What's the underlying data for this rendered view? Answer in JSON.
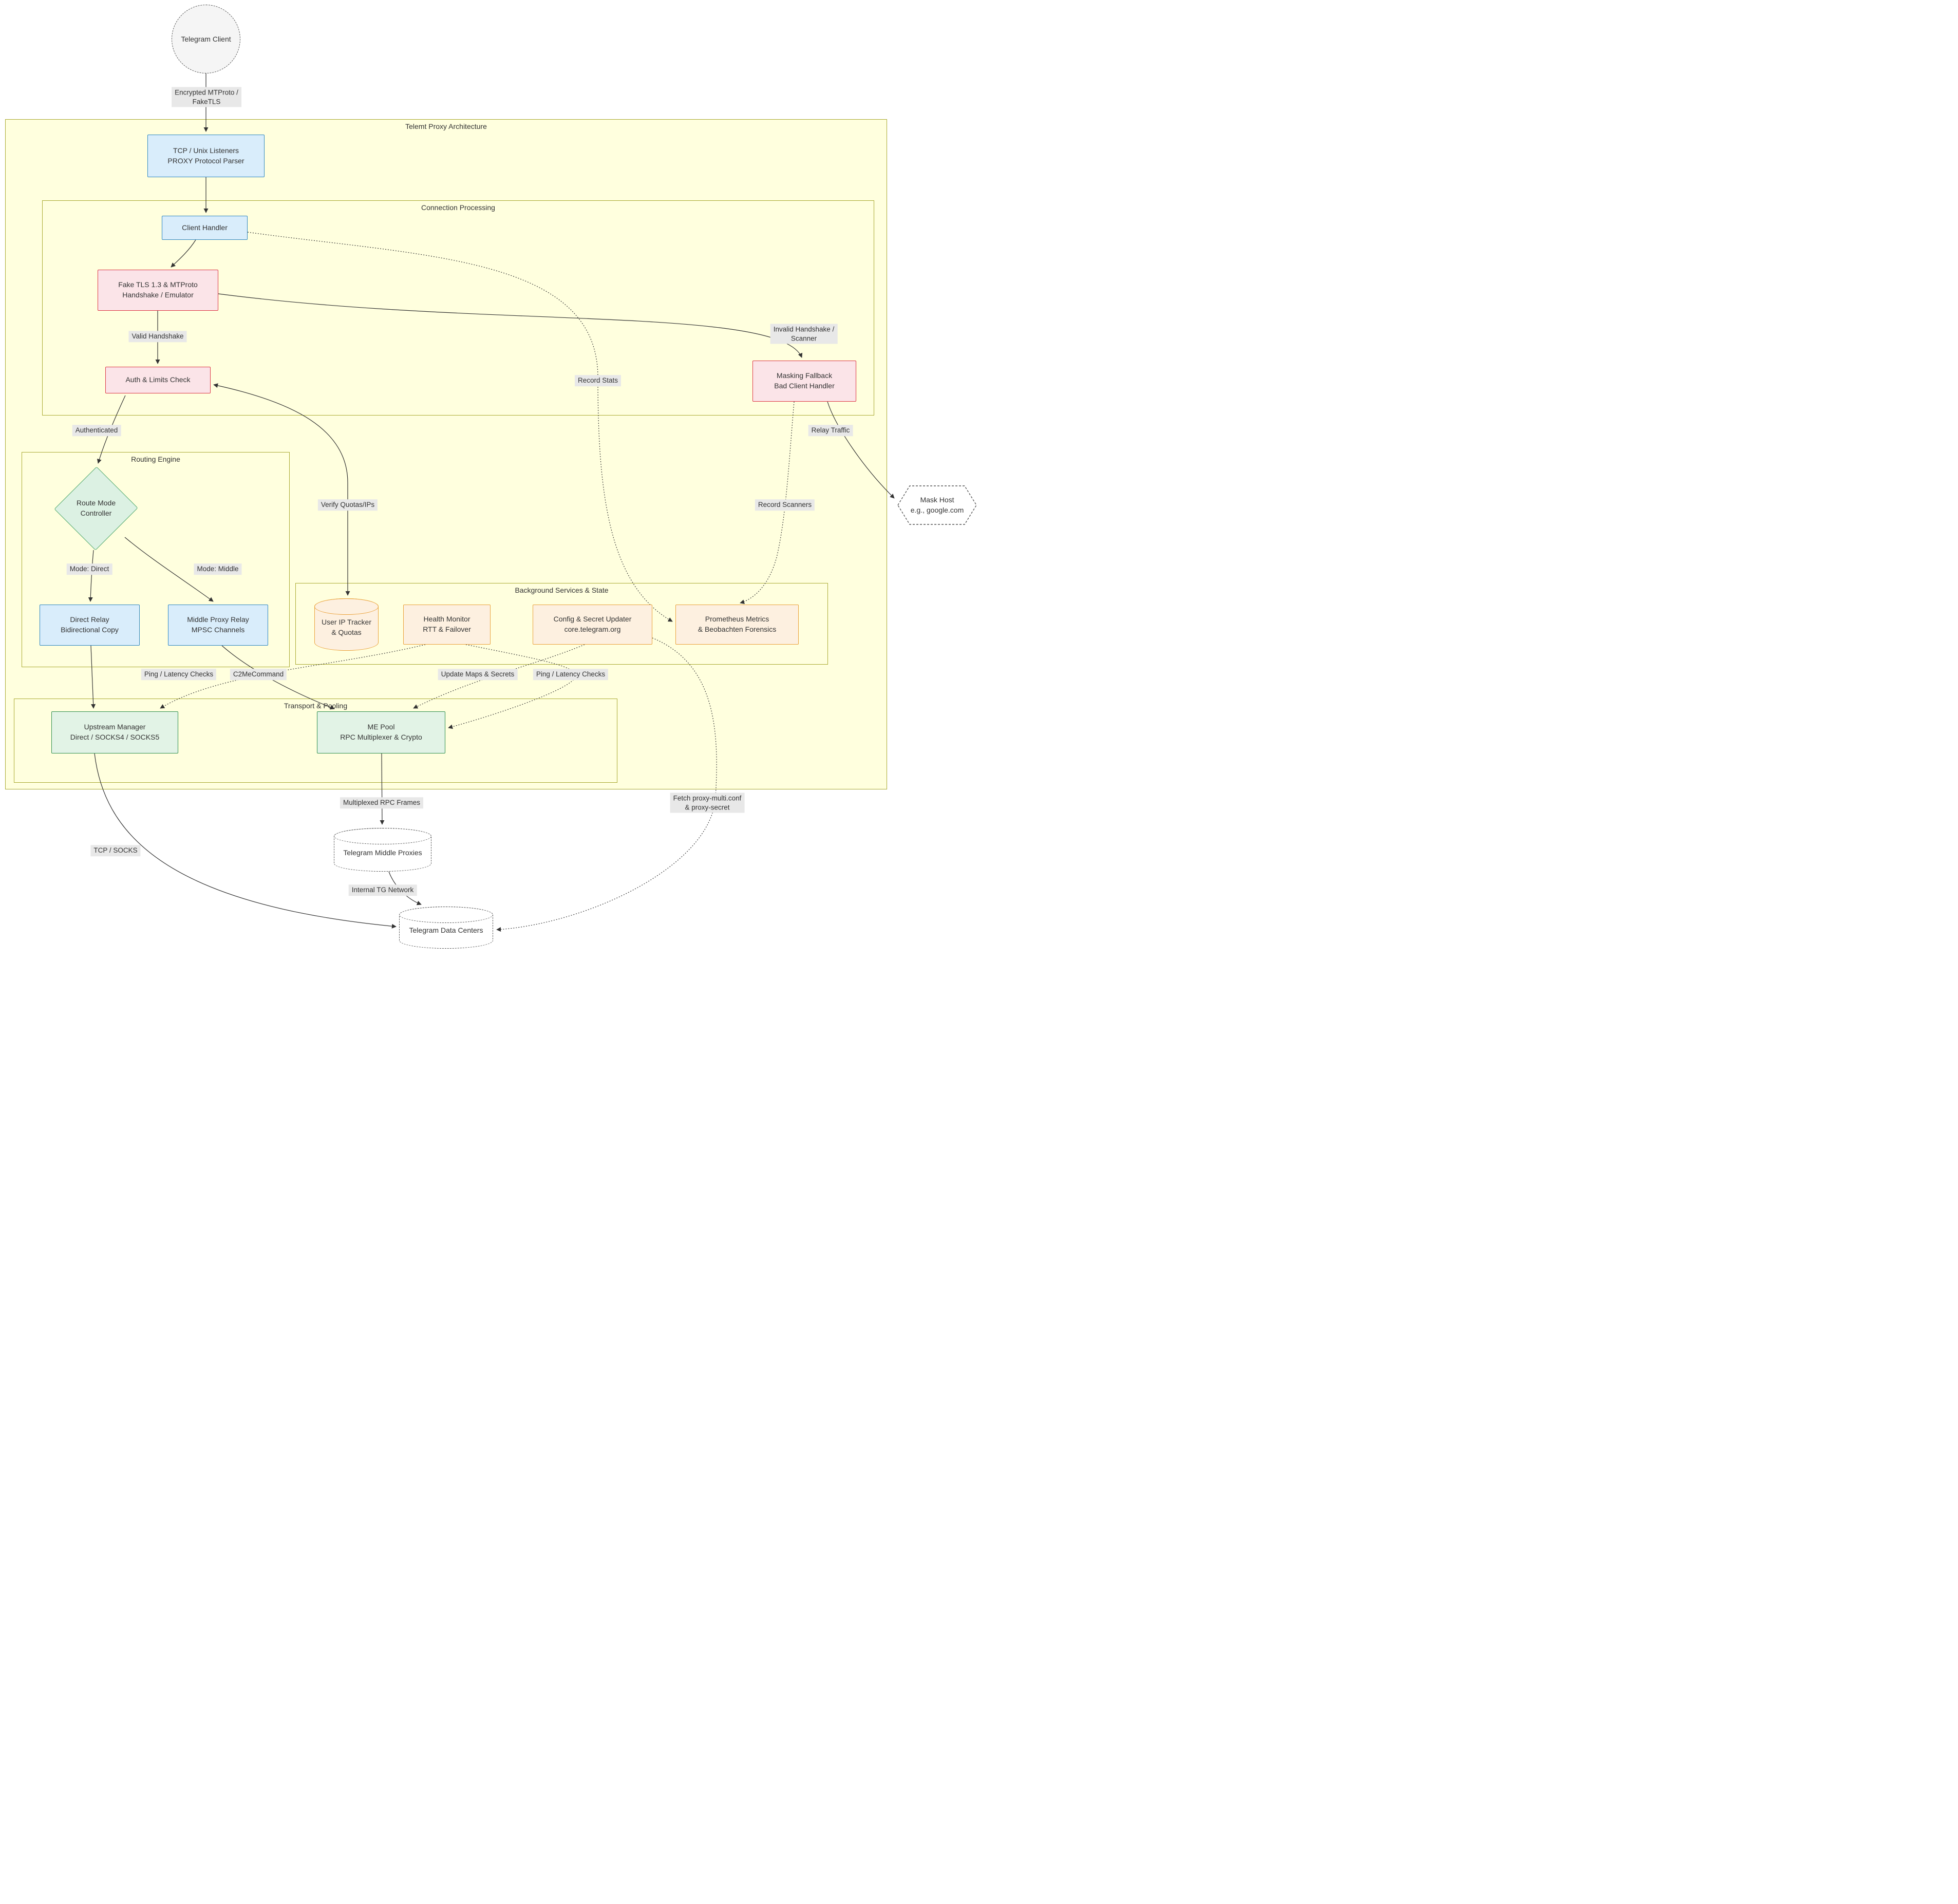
{
  "containers": {
    "outer": "Telemt Proxy Architecture",
    "connection": "Connection Processing",
    "routing": "Routing Engine",
    "background": "Background Services & State",
    "transport": "Transport & Pooling"
  },
  "nodes": {
    "telegram_client": {
      "l1": "Telegram Client"
    },
    "tcp_listeners": {
      "l1": "TCP / Unix Listeners",
      "l2": "PROXY Protocol Parser"
    },
    "client_handler": {
      "l1": "Client Handler"
    },
    "fake_tls": {
      "l1": "Fake TLS 1.3 & MTProto",
      "l2": "Handshake / Emulator"
    },
    "auth_limits": {
      "l1": "Auth & Limits Check"
    },
    "masking_fallback": {
      "l1": "Masking Fallback",
      "l2": "Bad Client Handler"
    },
    "route_mode": {
      "l1": "Route Mode",
      "l2": "Controller"
    },
    "direct_relay": {
      "l1": "Direct Relay",
      "l2": "Bidirectional Copy"
    },
    "middle_relay": {
      "l1": "Middle Proxy Relay",
      "l2": "MPSC Channels"
    },
    "ip_tracker": {
      "l1": "User IP Tracker",
      "l2": "& Quotas"
    },
    "health_monitor": {
      "l1": "Health Monitor",
      "l2": "RTT & Failover"
    },
    "config_updater": {
      "l1": "Config & Secret Updater",
      "l2": "core.telegram.org"
    },
    "prometheus": {
      "l1": "Prometheus Metrics",
      "l2": "& Beobachten Forensics"
    },
    "upstream_manager": {
      "l1": "Upstream Manager",
      "l2": "Direct / SOCKS4 / SOCKS5"
    },
    "me_pool": {
      "l1": "ME Pool",
      "l2": "RPC Multiplexer & Crypto"
    },
    "mask_host": {
      "l1": "Mask Host",
      "l2": "e.g., google.com"
    },
    "middle_proxies": {
      "l1": "Telegram Middle Proxies"
    },
    "data_centers": {
      "l1": "Telegram Data Centers"
    }
  },
  "edge_labels": {
    "encrypted": {
      "l1": "Encrypted MTProto /",
      "l2": "FakeTLS"
    },
    "valid_handshake": {
      "l1": "Valid Handshake"
    },
    "invalid_handshake": {
      "l1": "Invalid Handshake /",
      "l2": "Scanner"
    },
    "record_stats": {
      "l1": "Record Stats"
    },
    "authenticated": {
      "l1": "Authenticated"
    },
    "relay_traffic": {
      "l1": "Relay Traffic"
    },
    "verify_quotas": {
      "l1": "Verify Quotas/IPs"
    },
    "record_scanners": {
      "l1": "Record Scanners"
    },
    "mode_direct": {
      "l1": "Mode: Direct"
    },
    "mode_middle": {
      "l1": "Mode: Middle"
    },
    "ping_latency_left": {
      "l1": "Ping / Latency Checks"
    },
    "c2me": {
      "l1": "C2MeCommand"
    },
    "update_maps": {
      "l1": "Update Maps & Secrets"
    },
    "ping_latency_right": {
      "l1": "Ping / Latency Checks"
    },
    "mux_frames": {
      "l1": "Multiplexed RPC Frames"
    },
    "fetch_conf": {
      "l1": "Fetch proxy-multi.conf",
      "l2": "& proxy-secret"
    },
    "tcp_socks": {
      "l1": "TCP / SOCKS"
    },
    "internal_tg": {
      "l1": "Internal TG Network"
    }
  },
  "colors": {
    "container_fill": "#ffffde",
    "container_border": "#aaaa33",
    "blue_fill": "#d9edfb",
    "blue_border": "#2e86c1",
    "red_fill": "#fbe4e8",
    "red_border": "#dc3545",
    "green_fill": "#e2f3e6",
    "green_border": "#2f8f4e",
    "orange_fill": "#fdf0e0",
    "orange_border": "#eaa23b",
    "edge_label_bg": "#e8e8e8",
    "edge_stroke": "#333333"
  }
}
